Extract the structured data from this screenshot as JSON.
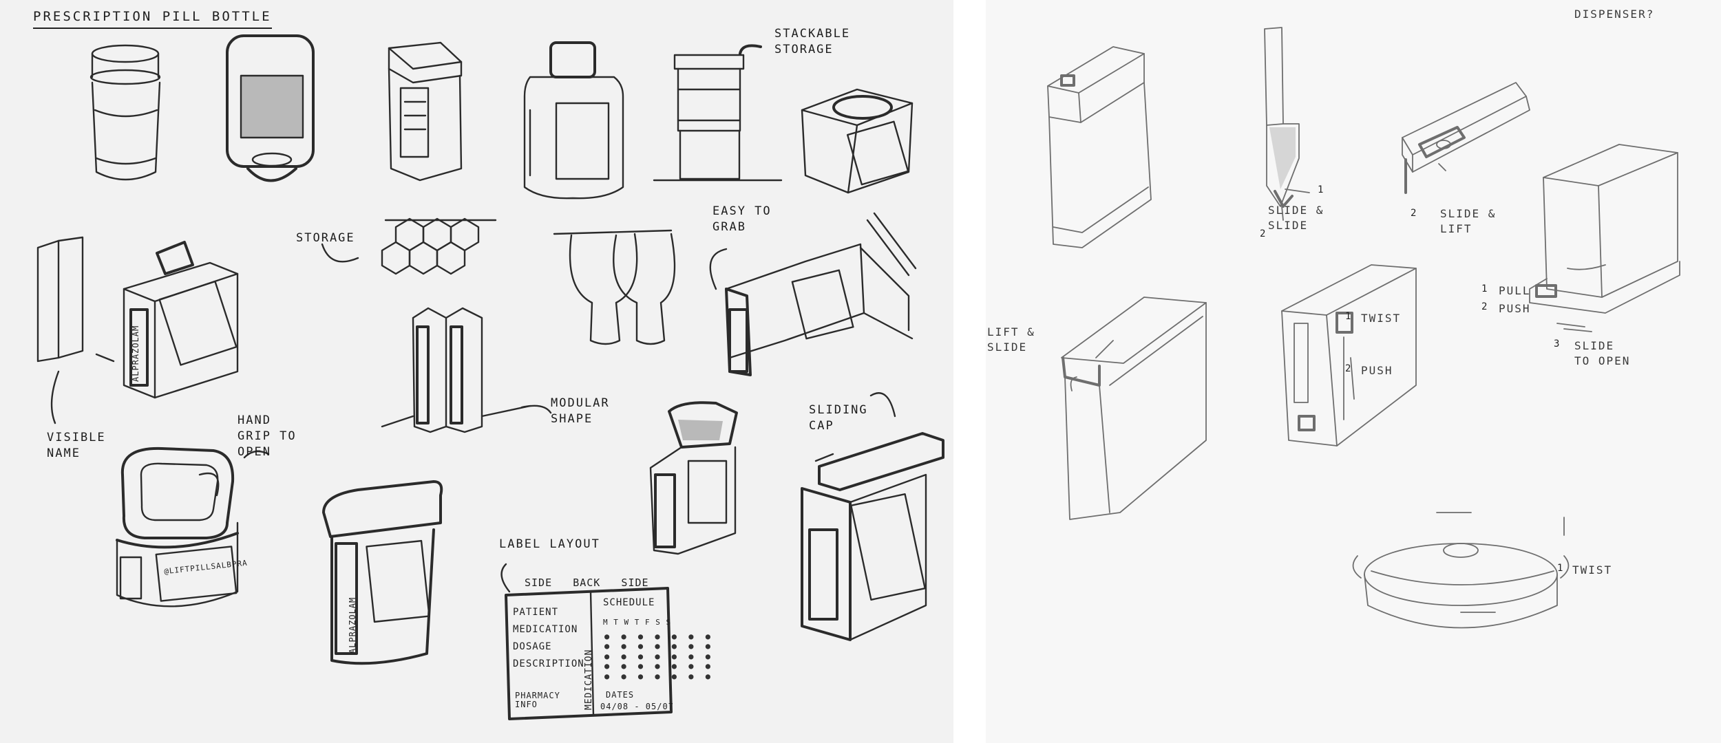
{
  "left_sheet": {
    "title": "PRESCRIPTION PILL BOTTLE",
    "notes": {
      "stackable": "STACKABLE\nSTORAGE",
      "storage": "STORAGE",
      "easy_grab": "EASY TO\nGRAB",
      "visible_name": "VISIBLE\nNAME",
      "hand_grip": "HAND\nGRIP TO\nOPEN",
      "modular": "MODULAR\nSHAPE",
      "sliding_cap": "SLIDING\nCAP",
      "label_layout": "LABEL LAYOUT"
    },
    "bottle_text": {
      "drug": "ALPRAZOLAM",
      "drug_alt": "ALPRAZOLAM",
      "brand": "@LIFTPILLSALBPRA"
    },
    "label": {
      "header": "SIDE   BACK   SIDE",
      "fields": [
        "PATIENT",
        "MEDICATION",
        "DOSAGE",
        "DESCRIPTION"
      ],
      "pharmacy": "PHARMACY\nINFO",
      "vertical": "MEDICATION",
      "schedule": "SCHEDULE",
      "days": "M T W T F S S",
      "dates_label": "DATES",
      "dates": "04/08 - 05/07"
    }
  },
  "right_sheet": {
    "corner_note": "DISPENSER?",
    "notes": {
      "slide_slide": "SLIDE &\nSLIDE",
      "slide_lift": "SLIDE &\nLIFT",
      "pull": "PULL",
      "push": "PUSH",
      "slide_open": "SLIDE\nTO OPEN",
      "lift_slide": "LIFT &\nSLIDE",
      "twist": "TWIST",
      "push2": "PUSH",
      "twist2": "TWIST"
    },
    "step_numbers": [
      "1",
      "2",
      "3"
    ]
  }
}
